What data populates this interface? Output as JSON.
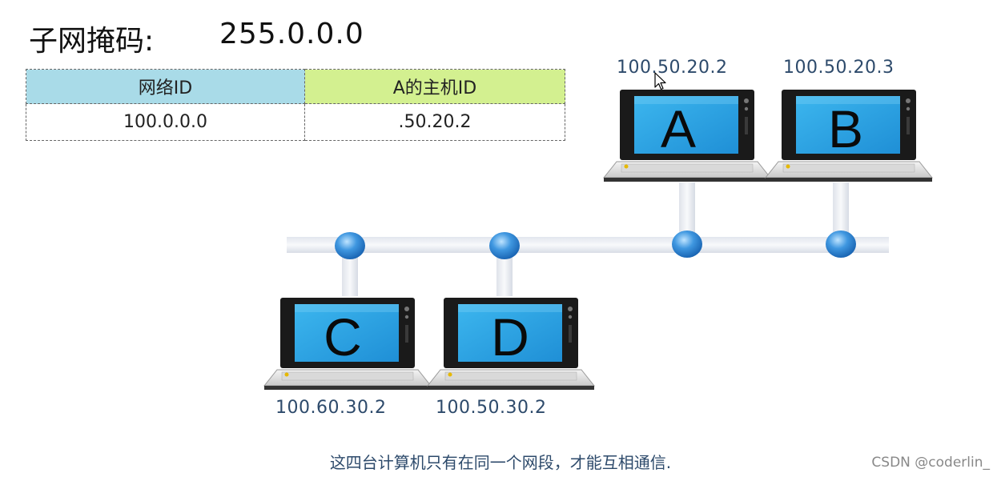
{
  "subnet": {
    "label": "子网掩码:",
    "value": "255.0.0.0"
  },
  "table": {
    "headers": [
      "网络ID",
      "A的主机ID"
    ],
    "row": [
      "100.0.0.0",
      ".50.20.2"
    ]
  },
  "computers": [
    {
      "letter": "A",
      "ip": "100.50.20.2"
    },
    {
      "letter": "B",
      "ip": "100.50.20.3"
    },
    {
      "letter": "C",
      "ip": "100.60.30.2"
    },
    {
      "letter": "D",
      "ip": "100.50.30.2"
    }
  ],
  "caption": "这四台计算机只有在同一个网段，才能互相通信.",
  "watermark": "CSDN @coderlin_",
  "colors": {
    "network_id_header": "#a9dbe8",
    "host_id_header": "#d3f090",
    "ip_text": "#2d4a6b",
    "screen": "#2aa3e0",
    "node": "#2f86d6"
  }
}
